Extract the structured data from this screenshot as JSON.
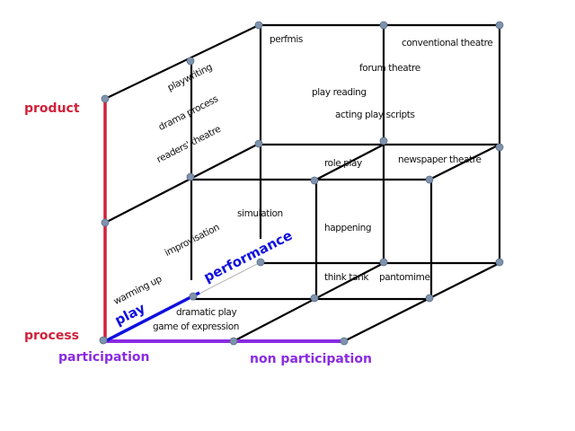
{
  "axes": {
    "product": "product",
    "process": "process",
    "participation": "participation",
    "non_participation": "non participation",
    "play": "play",
    "performance": "performance"
  },
  "labels": {
    "perfmis": "perfmis",
    "conventional_theatre": "conventional theatre",
    "forum_theatre": "forum theatre",
    "play_reading": "play reading",
    "acting_play_scripts": "acting play  scripts",
    "playwriting": "playwriting",
    "drama_process": "drama  process",
    "readers_theatre": "readers' theatre",
    "role_play": "role play",
    "newspaper_theatre": "newspaper theatre",
    "simulation": "simulation",
    "happening": "happening",
    "improvisation": "improvisation",
    "think_tank": "think tank",
    "pantomime": "pantomime",
    "warming_up": "warming up",
    "dramatic_play": "dramatic play",
    "game_of_expression": "game of expression"
  },
  "colors": {
    "product_axis": "#d0213a",
    "participation_axis": "#8a2be2",
    "play_axis": "#1010e0",
    "grid": "#000000",
    "node": "#7f93ad"
  }
}
